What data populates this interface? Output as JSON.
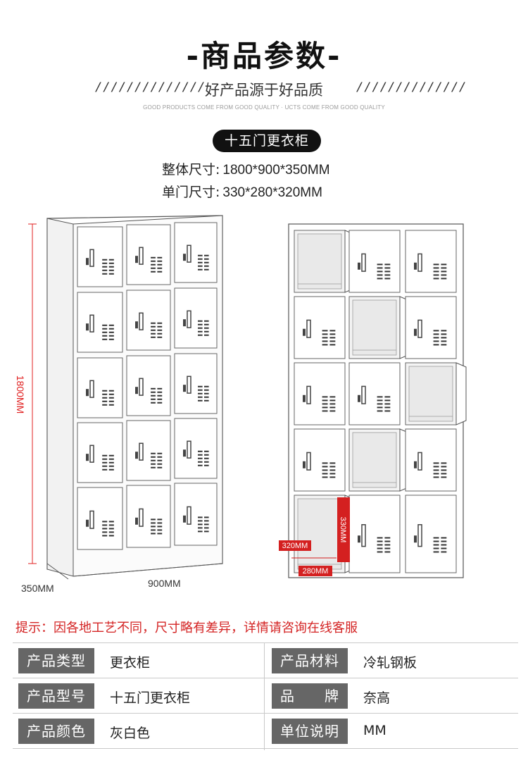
{
  "header": {
    "title": "-商品参数-",
    "subtitle": "好产品源于好品质",
    "slashes_left": "//////////////",
    "slashes_right": "//////////////",
    "english_subtitle": "GOOD PRODUCTS COME FROM GOOD QUALITY · UCTS COME FROM GOOD QUALITY"
  },
  "product": {
    "name": "十五门更衣柜",
    "overall_size_label": "整体尺寸:",
    "overall_size_value": "1800*900*350MM",
    "door_size_label": "单门尺寸:",
    "door_size_value": "330*280*320MM"
  },
  "illustration": {
    "height_label": "1800MM",
    "depth_label": "350MM",
    "width_label": "900MM",
    "door_height_label": "330MM",
    "door_depth_label": "320MM",
    "door_width_label": "280MM",
    "dimension_color": "#e02020",
    "line_color": "#555555"
  },
  "notice": "提示：因各地工艺不同，尺寸略有差异，详情请咨询在线客服",
  "params_table": {
    "rows": [
      {
        "label_left": "产品类型",
        "value_left": "更衣柜",
        "label_right": "产品材料",
        "value_right": "冷轧钢板"
      },
      {
        "label_left": "产品型号",
        "value_left": "十五门更衣柜",
        "label_right": "品　　牌",
        "value_right": "奈高"
      },
      {
        "label_left": "产品颜色",
        "value_left": "灰白色",
        "label_right": "单位说明",
        "value_right": "MM"
      }
    ],
    "label_bg": "#666666"
  }
}
